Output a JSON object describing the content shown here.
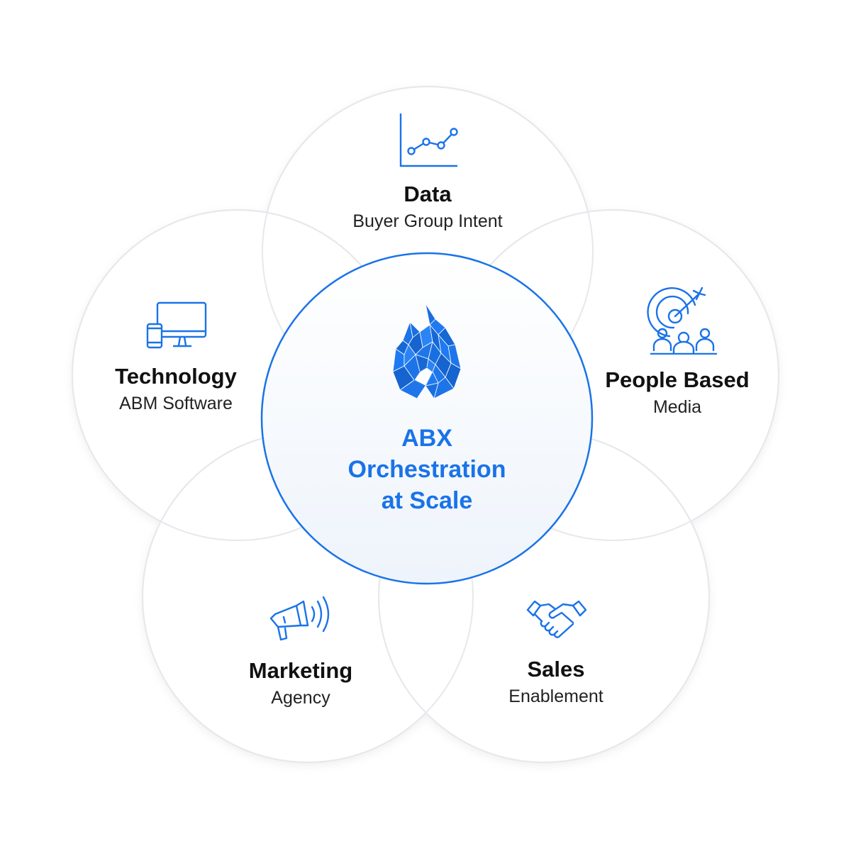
{
  "colors": {
    "accent": "#1a73e8",
    "outer_circle_stroke": "#e4e6ea",
    "center_fill_top": "#ffffff",
    "center_fill_bottom": "#eef4fb",
    "text_dark": "#111111"
  },
  "center": {
    "icon": "flame-logo-icon",
    "lines": [
      "ABX",
      "Orchestration",
      "at Scale"
    ]
  },
  "segments": [
    {
      "id": "data",
      "title": "Data",
      "subtitle": "Buyer Group Intent",
      "icon": "line-chart-icon"
    },
    {
      "id": "technology",
      "title": "Technology",
      "subtitle": "ABM Software",
      "icon": "devices-icon"
    },
    {
      "id": "people",
      "title": "People Based",
      "subtitle": "Media",
      "icon": "target-audience-icon"
    },
    {
      "id": "marketing",
      "title": "Marketing",
      "subtitle": "Agency",
      "icon": "megaphone-icon"
    },
    {
      "id": "sales",
      "title": "Sales",
      "subtitle": "Enablement",
      "icon": "handshake-icon"
    }
  ]
}
